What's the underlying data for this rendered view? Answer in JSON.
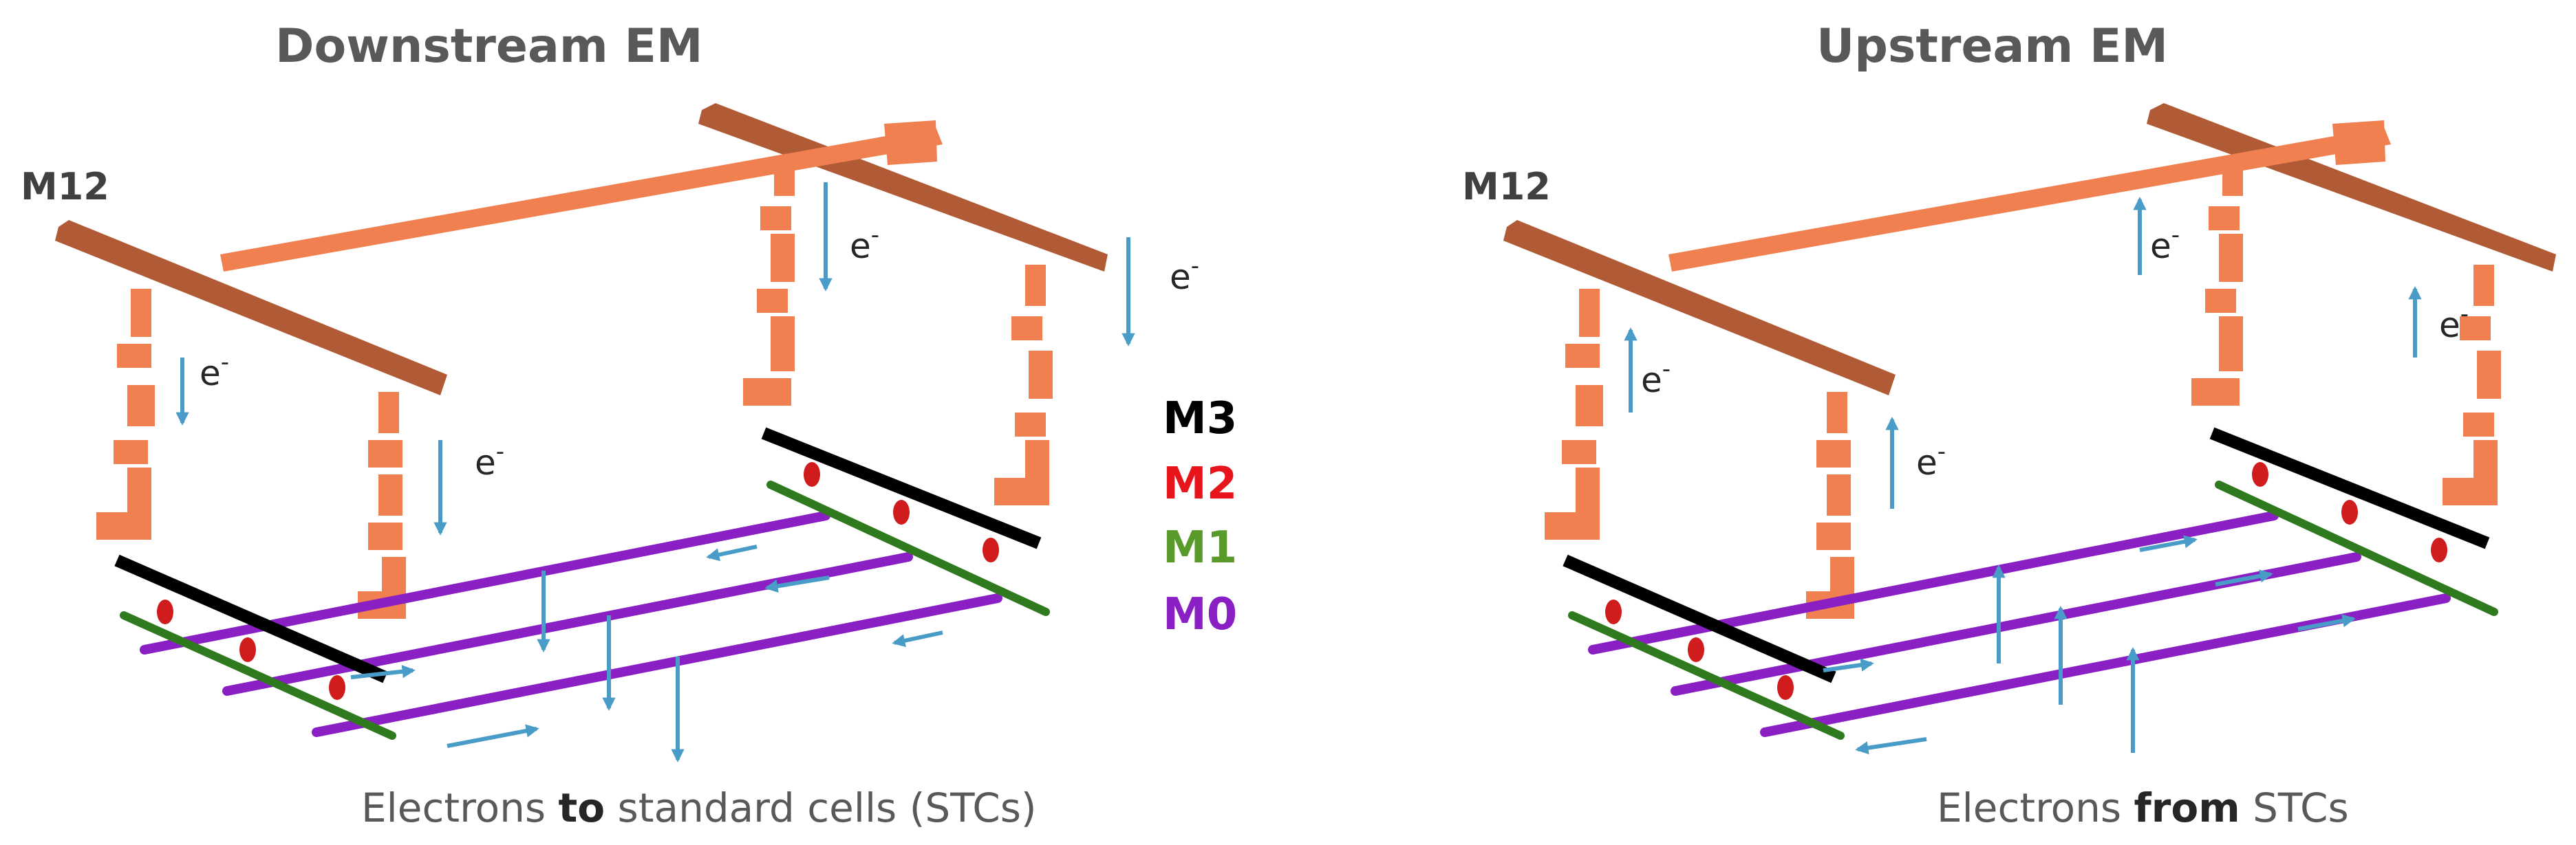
{
  "panels": [
    {
      "title": "Downstream EM",
      "m12_label": "M12",
      "caption_pre": "Electrons ",
      "caption_bold": "to",
      "caption_post": " standard cells (STCs)",
      "electron_label": "e",
      "electron_sup": "-",
      "current_direction": "down"
    },
    {
      "title": "Upstream EM",
      "m12_label": "M12",
      "caption_pre": "Electrons ",
      "caption_bold": "from",
      "caption_post": " STCs",
      "electron_label": "e",
      "electron_sup": "-",
      "current_direction": "up"
    }
  ],
  "legend": [
    {
      "label": "M3",
      "color": "#000000"
    },
    {
      "label": "M2",
      "color": "#e8141c"
    },
    {
      "label": "M1",
      "color": "#5a9a2a"
    },
    {
      "label": "M0",
      "color": "#8a1fc4"
    }
  ],
  "colors": {
    "m12_bar": "#b05b36",
    "upper_metal": "#f08050",
    "m3": "#000000",
    "m2_via": "#d01c1c",
    "m1": "#2f7a1e",
    "m0": "#8a1fc4",
    "arrow": "#4a9cc8"
  }
}
